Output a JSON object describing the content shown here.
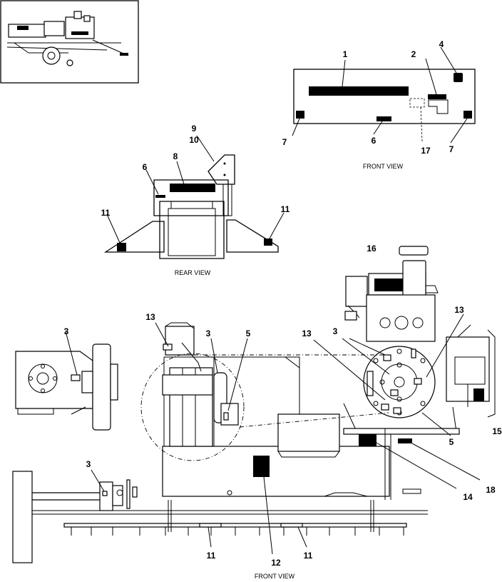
{
  "views": {
    "front_view_top": "FRONT VIEW",
    "rear_view": "REAR VIEW",
    "front_view_bottom": "FRONT VIEW"
  },
  "callouts": {
    "c1": "1",
    "c2": "2",
    "c4": "4",
    "c6a": "6",
    "c7a": "7",
    "c17": "17",
    "c7b": "7",
    "c9": "9",
    "c10": "10",
    "c8": "8",
    "c6b": "6",
    "c11a": "11",
    "c11b": "11",
    "c16": "16",
    "c13a": "13",
    "c3a": "3",
    "c5a": "5",
    "c3b": "3",
    "c13b": "13",
    "c3c": "3",
    "c13c": "13",
    "c15": "15",
    "c5b": "5",
    "c3d": "3",
    "c14": "14",
    "c18": "18",
    "c12": "12",
    "c11c": "11",
    "c11d": "11"
  }
}
